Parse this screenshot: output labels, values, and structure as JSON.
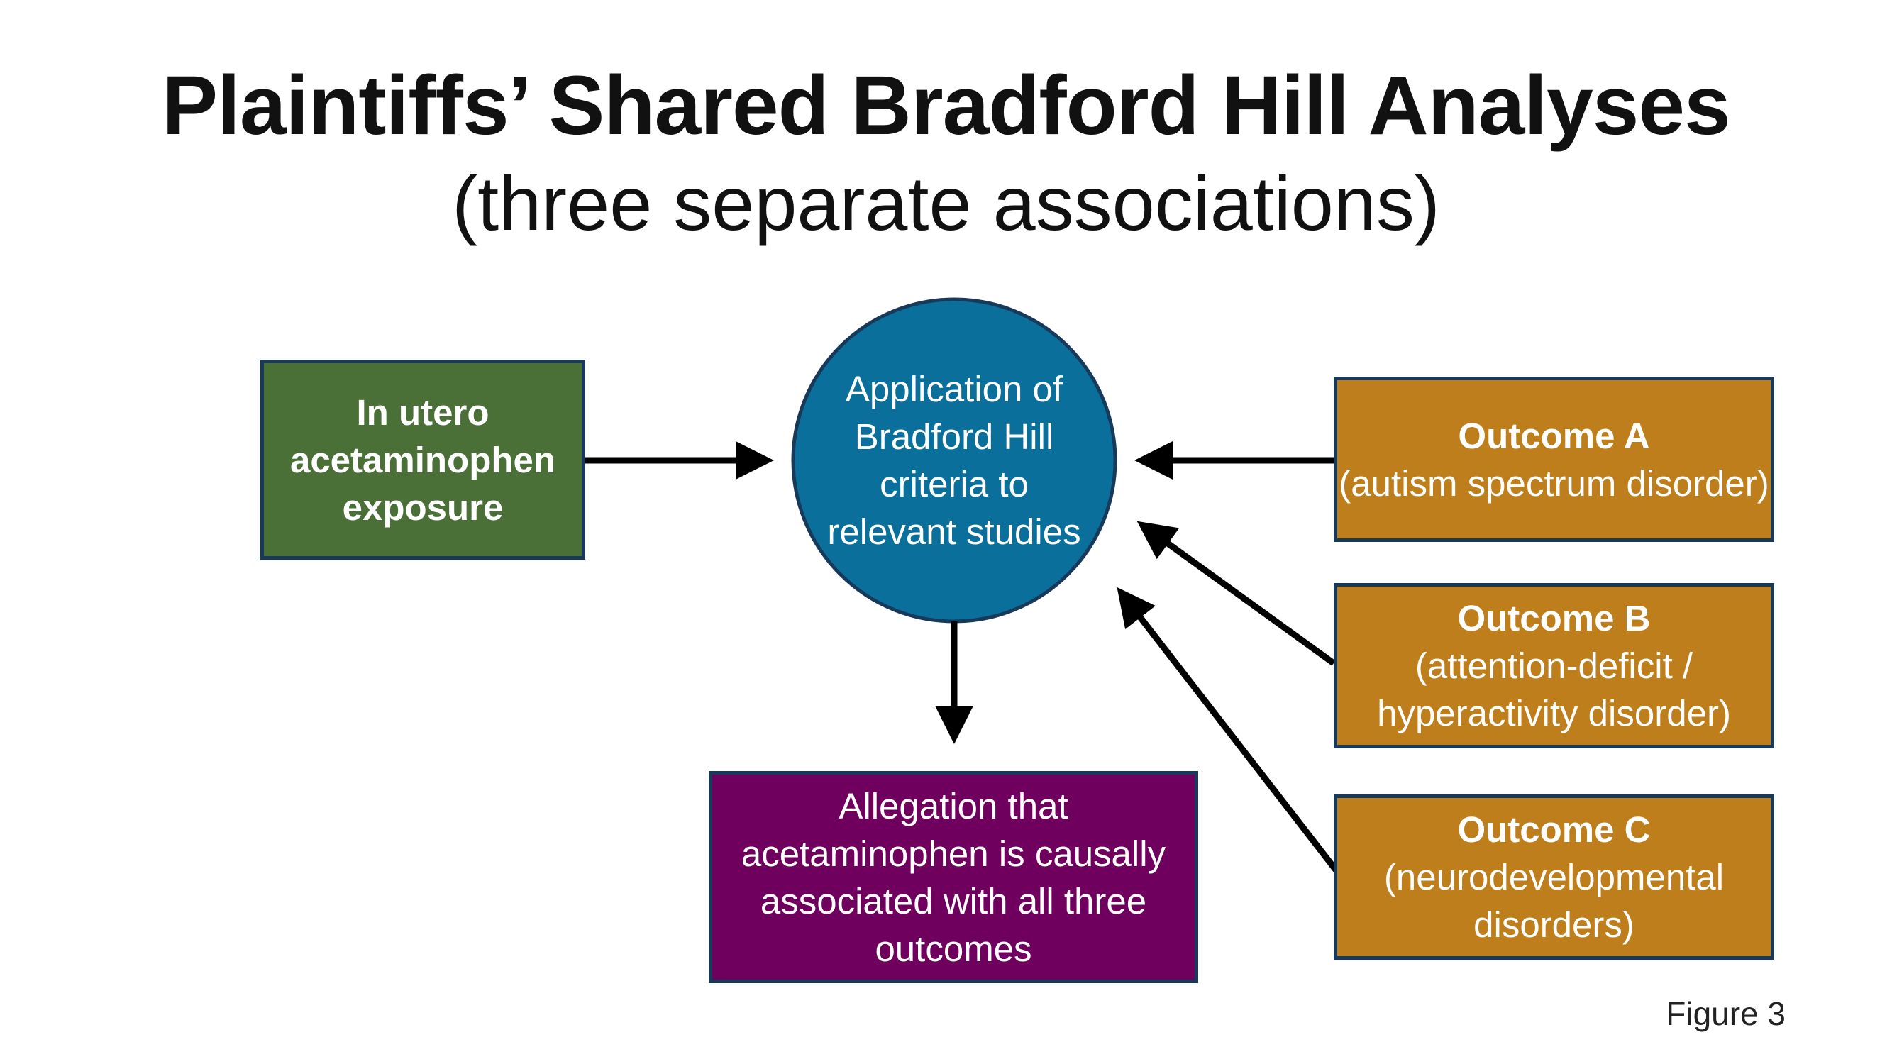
{
  "title": "Plaintiffs’ Shared Bradford Hill Analyses",
  "subtitle": "(three separate associations)",
  "nodes": {
    "exposure": {
      "text": "In utero acetaminophen exposure"
    },
    "analysis": {
      "text": "Application of Bradford Hill criteria to relevant studies"
    },
    "outcome_a": {
      "heading": "Outcome A",
      "body": "(autism spectrum disorder)"
    },
    "outcome_b": {
      "heading": "Outcome B",
      "body": "(attention-deficit / hyperactivity disorder)"
    },
    "outcome_c": {
      "heading": "Outcome C",
      "body": "(neurodevelopmental disorders)"
    },
    "allegation": {
      "text": "Allegation that acetaminophen is causally associated with all three outcomes"
    }
  },
  "figure_label": "Figure 3",
  "colors": {
    "exposure": "#4a7038",
    "analysis": "#0b6f9c",
    "outcome": "#bd7e1b",
    "allegation": "#70005e",
    "border": "#173a5a",
    "arrow": "#000000"
  }
}
